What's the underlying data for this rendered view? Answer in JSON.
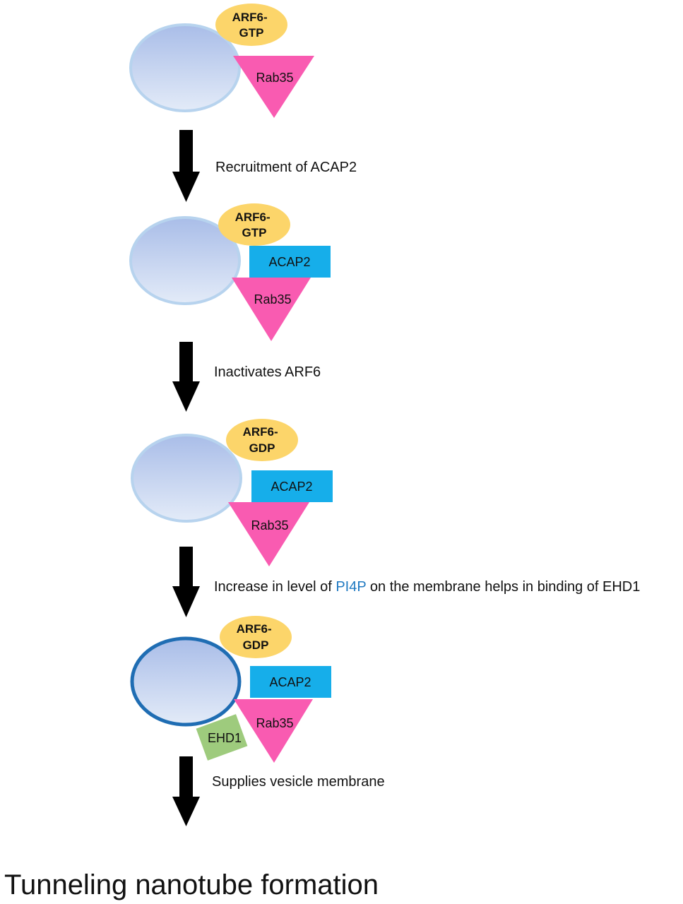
{
  "stages": [
    {
      "arf6_label": [
        "ARF6-",
        "GTP"
      ],
      "rab35_label": "Rab35"
    },
    {
      "arf6_label": [
        "ARF6-",
        "GTP"
      ],
      "acap2_label": "ACAP2",
      "rab35_label": "Rab35"
    },
    {
      "arf6_label": [
        "ARF6-",
        "GDP"
      ],
      "acap2_label": "ACAP2",
      "rab35_label": "Rab35"
    },
    {
      "arf6_label": [
        "ARF6-",
        "GDP"
      ],
      "acap2_label": "ACAP2",
      "rab35_label": "Rab35",
      "ehd1_label": "EHD1"
    }
  ],
  "steps": [
    {
      "text_parts": [
        {
          "t": "Recruitment of ACAP2",
          "highlight": false
        }
      ]
    },
    {
      "text_parts": [
        {
          "t": "Inactivates ARF6",
          "highlight": false
        }
      ]
    },
    {
      "text_parts": [
        {
          "t": "Increase in level of ",
          "highlight": false
        },
        {
          "t": "PI4P",
          "highlight": true
        },
        {
          "t": " on the membrane helps in binding of EHD1",
          "highlight": false
        }
      ]
    },
    {
      "text_parts": [
        {
          "t": "Supplies vesicle membrane",
          "highlight": false
        }
      ]
    }
  ],
  "result": "Tunneling nanotube formation",
  "colors": {
    "vesicle_fill_top": "#a9bde8",
    "vesicle_fill_bottom": "#e3ebf8",
    "vesicle_border": "#b7d3ee",
    "vesicle_border_active": "#1f6db3",
    "arf6": "#fcd56a",
    "rab35": "#f95bb1",
    "acap2": "#16aeea",
    "ehd1": "#9ecb7d",
    "arrow": "#000000",
    "pi4p": "#1f79c1"
  }
}
